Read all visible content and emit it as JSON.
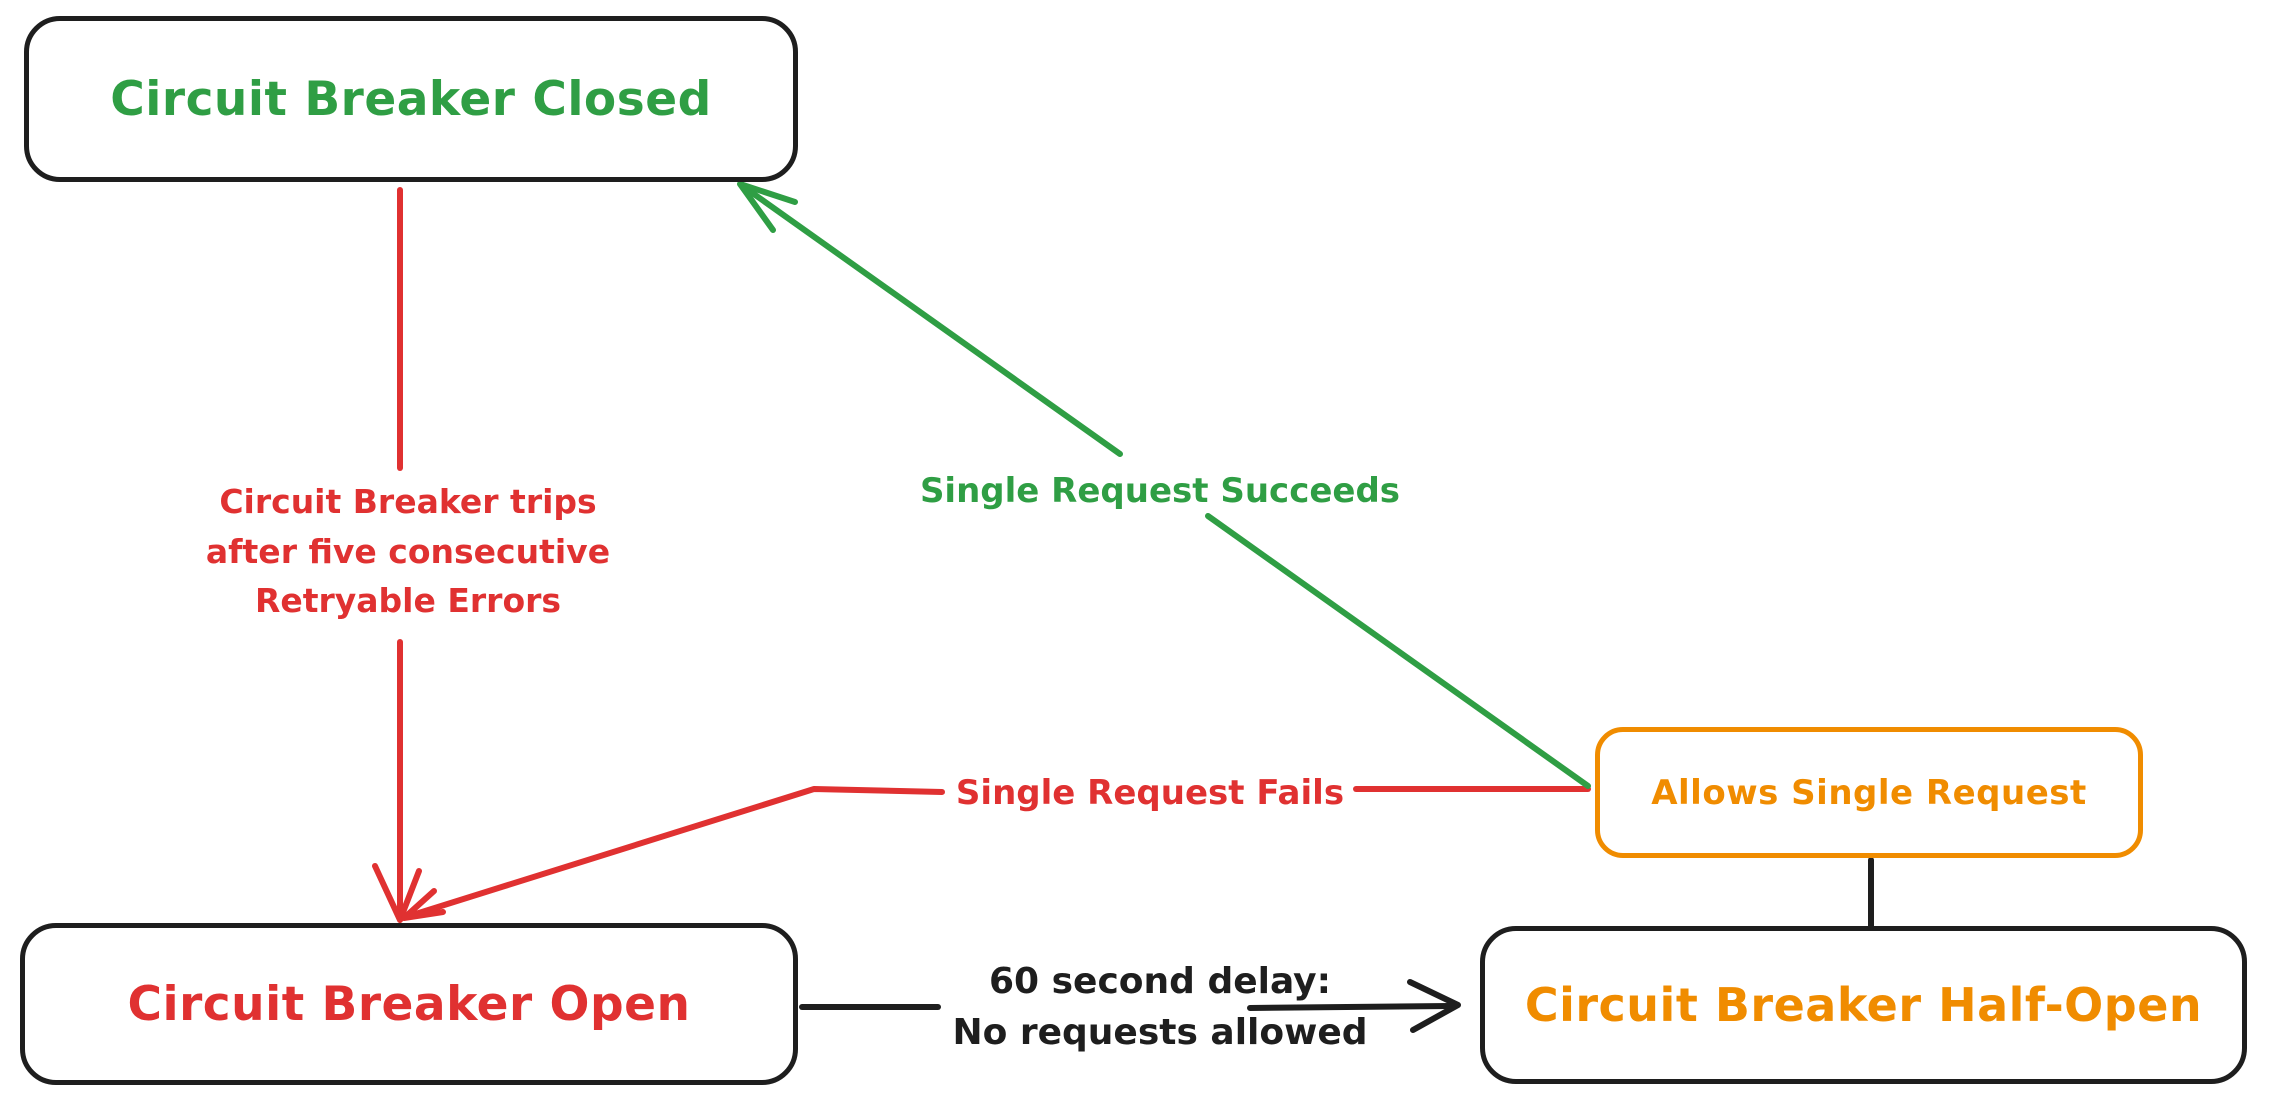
{
  "background": "#ffffff",
  "colors": {
    "green": "#2f9e44",
    "red": "#e03131",
    "orange": "#f08c00",
    "black": "#1e1e1e"
  },
  "nodes": {
    "closed": {
      "label": "Circuit Breaker Closed",
      "text_color": "#2f9e44",
      "border_color": "#1e1e1e"
    },
    "open": {
      "label": "Circuit Breaker Open",
      "text_color": "#e03131",
      "border_color": "#1e1e1e"
    },
    "half_open": {
      "label": "Circuit Breaker Half-Open",
      "text_color": "#f08c00",
      "border_color": "#1e1e1e"
    },
    "allows_single_request": {
      "label": "Allows Single Request",
      "text_color": "#f08c00",
      "border_color": "#f08c00"
    }
  },
  "edges": {
    "trips": {
      "from": "closed",
      "to": "open",
      "color": "#e03131",
      "label_lines": [
        "Circuit Breaker trips",
        "after five consecutive",
        "Retryable Errors"
      ]
    },
    "succeeds": {
      "from": "allows_single_request",
      "to": "closed",
      "color": "#2f9e44",
      "label": "Single Request Succeeds"
    },
    "fails": {
      "from": "allows_single_request",
      "to": "open",
      "color": "#e03131",
      "label": "Single Request Fails"
    },
    "delay": {
      "from": "open",
      "to": "half_open",
      "color": "#1e1e1e",
      "label_lines": [
        "60 second delay:",
        "No requests allowed"
      ]
    },
    "allows_link": {
      "from": "half_open",
      "to": "allows_single_request",
      "color": "#1e1e1e",
      "label": ""
    }
  }
}
